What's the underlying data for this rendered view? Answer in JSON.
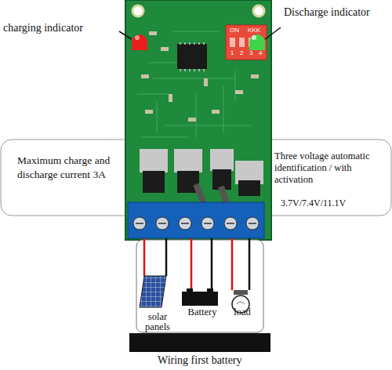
{
  "diagram": {
    "nodes": [
      {
        "text": [
          "Maximum charge and discharge current 3A"
        ]
      },
      {
        "text": [
          "Three voltage automatic identification / with activation",
          "3.7V/7.4V/11.1V"
        ]
      },
      {
        "text": [
          "solar panels",
          "Battery",
          "load"
        ]
      }
    ],
    "labels": [
      "charging indicator",
      "Discharge indicator",
      "ON",
      "KKK",
      "1",
      "2",
      "3",
      "4",
      "Wiring first battery"
    ]
  }
}
